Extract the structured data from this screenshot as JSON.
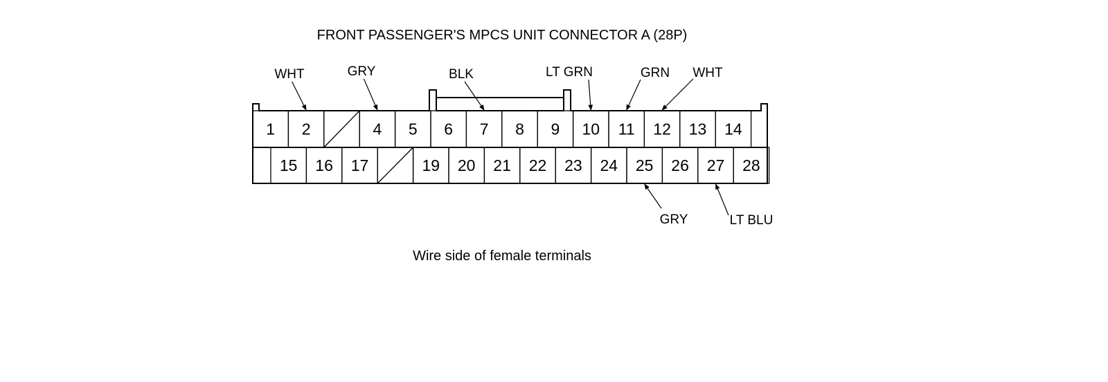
{
  "title": "FRONT PASSENGER'S MPCS UNIT CONNECTOR A (28P)",
  "caption": "Wire side of female terminals",
  "connector": {
    "top_row": [
      "1",
      "2",
      "",
      "4",
      "5",
      "6",
      "7",
      "8",
      "9",
      "10",
      "11",
      "12",
      "13",
      "14"
    ],
    "bottom_row": [
      "15",
      "16",
      "17",
      "",
      "19",
      "20",
      "21",
      "22",
      "23",
      "24",
      "25",
      "26",
      "27",
      "28"
    ],
    "unused_terminals": [
      "3",
      "18"
    ]
  },
  "wire_labels": [
    {
      "terminal": "2",
      "color": "WHT"
    },
    {
      "terminal": "4",
      "color": "GRY"
    },
    {
      "terminal": "7",
      "color": "BLK"
    },
    {
      "terminal": "10",
      "color": "LT GRN"
    },
    {
      "terminal": "11",
      "color": "GRN"
    },
    {
      "terminal": "12",
      "color": "WHT"
    },
    {
      "terminal": "25",
      "color": "GRY"
    },
    {
      "terminal": "27",
      "color": "LT BLU"
    }
  ]
}
